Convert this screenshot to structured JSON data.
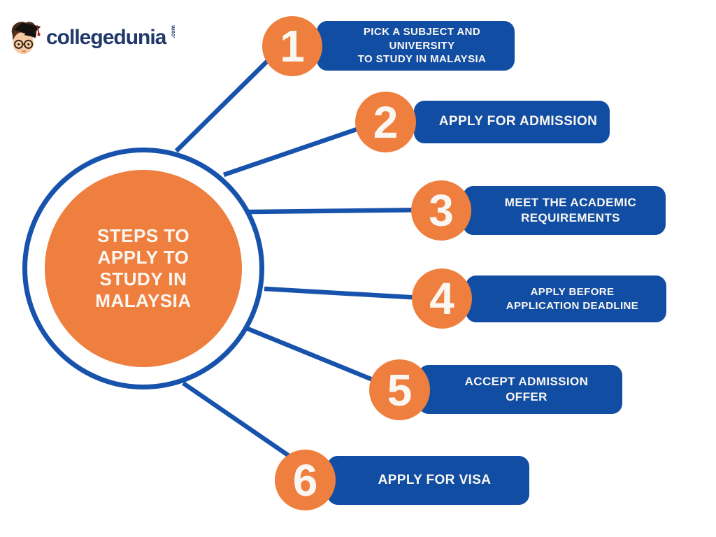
{
  "logo": {
    "brand": "collegedunia",
    "tld": ".com"
  },
  "center": {
    "title": "STEPS TO\nAPPLY TO\nSTUDY IN\nMALAYSIA"
  },
  "steps": [
    {
      "number": "1",
      "label": "PICK A SUBJECT AND UNIVERSITY\nTO STUDY IN MALAYSIA"
    },
    {
      "number": "2",
      "label": "APPLY FOR ADMISSION"
    },
    {
      "number": "3",
      "label": "MEET THE ACADEMIC\nREQUIREMENTS"
    },
    {
      "number": "4",
      "label": "APPLY BEFORE\nAPPLICATION DEADLINE"
    },
    {
      "number": "5",
      "label": "ACCEPT ADMISSION\nOFFER"
    },
    {
      "number": "6",
      "label": "APPLY FOR VISA"
    }
  ],
  "colors": {
    "orange": "#EF7F3F",
    "pill_blue": "#114EA3",
    "line_blue": "#1753AC",
    "navy": "#21386B",
    "text_white": "#FAF7F2",
    "bg": "#FFFFFF"
  }
}
